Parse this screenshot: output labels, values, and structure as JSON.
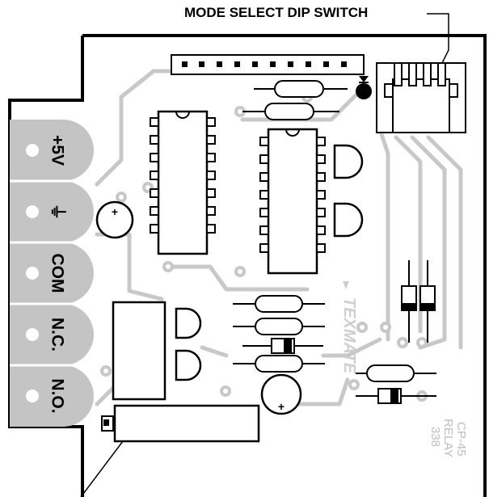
{
  "callout": {
    "dip_switch_label": "MODE SELECT DIP SWITCH"
  },
  "terminals": [
    {
      "label": "+5V"
    },
    {
      "label": "⏚"
    },
    {
      "label": "COM"
    },
    {
      "label": "N.C."
    },
    {
      "label": "N.O."
    }
  ],
  "board": {
    "brand": "TEXMATE",
    "model_lines": [
      "CP-45",
      "RELAY",
      "338"
    ]
  },
  "colors": {
    "outline": "#000000",
    "trace": "#c8c8c8",
    "terminal_fill": "#c4c4c4"
  }
}
